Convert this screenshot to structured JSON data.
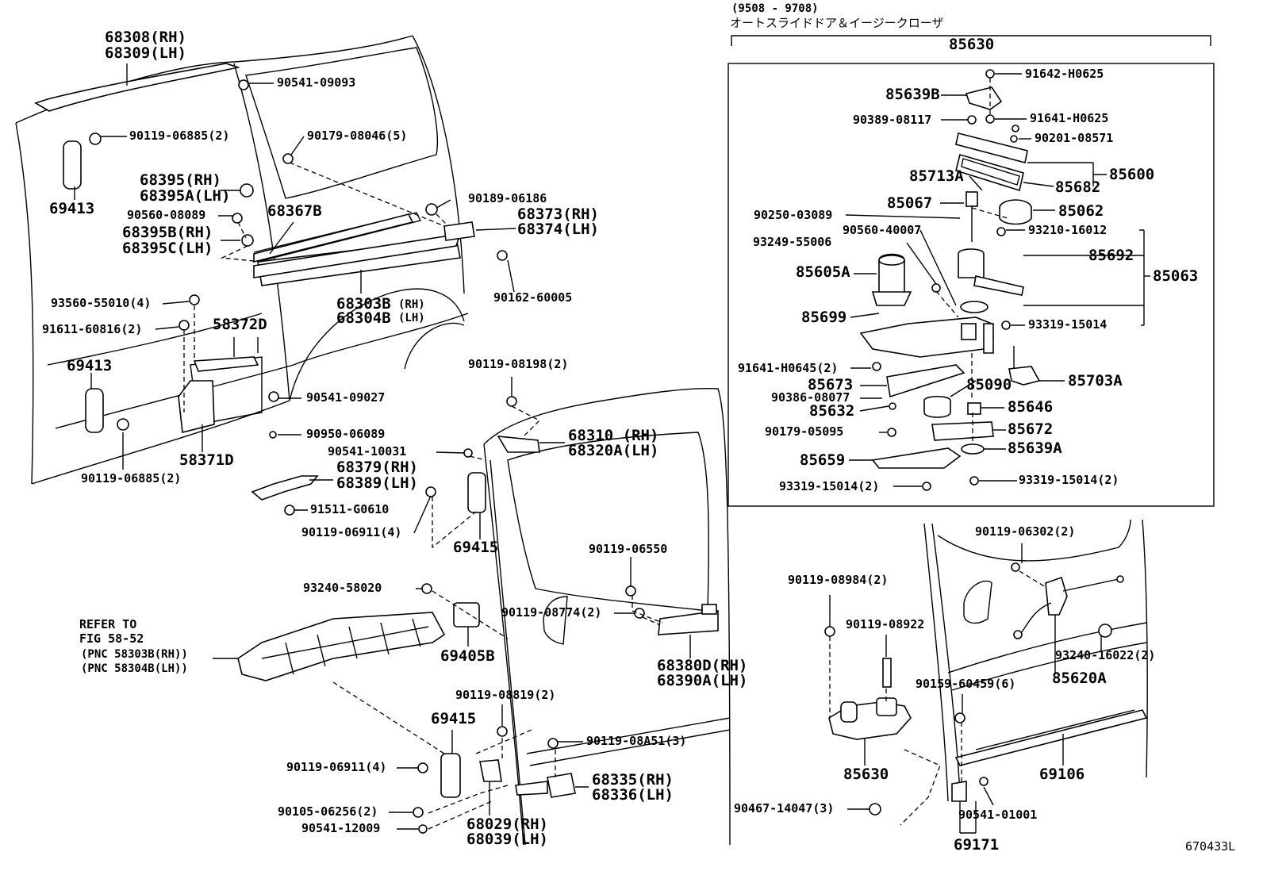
{
  "inset": {
    "date_range": "(9508 - 9708)",
    "title_jp": "オートスライドドア＆イージークローザ",
    "assembly": "85630"
  },
  "labels": {
    "p68308": "68308(RH)",
    "p68309": "68309(LH)",
    "p90541_09093": "90541-09093",
    "p90119_06885a": "90119-06885(2)",
    "p90179_08046": "90179-08046(5)",
    "p69413a": "69413",
    "p68395": "68395(RH)",
    "p68395a": "68395A(LH)",
    "p90560_08089": "90560-08089",
    "p68395b": "68395B(RH)",
    "p68395c": "68395C(LH)",
    "p68367b": "68367B",
    "p90189_06186": "90189-06186",
    "p68373": "68373(RH)",
    "p68374": "68374(LH)",
    "p90162_60005": "90162-60005",
    "p93560_55010": "93560-55010(4)",
    "p91611_60816": "91611-60816(2)",
    "p58372d": "58372D",
    "p68303b": "68303B",
    "p68303b_rh": "(RH)",
    "p68304b": "68304B",
    "p68304b_lh": "(LH)",
    "p69413b": "69413",
    "p90541_09027": "90541-09027",
    "p58371d": "58371D",
    "p90950_06089": "90950-06089",
    "p90119_06885b": "90119-06885(2)",
    "p90119_08198": "90119-08198(2)",
    "p90541_10031": "90541-10031",
    "p68310": "68310 (RH)",
    "p68320a": "68320A(LH)",
    "p68379": "68379(RH)",
    "p68389": "68389(LH)",
    "p91511_g0610": "91511-G0610",
    "p90119_06911a": "90119-06911(4)",
    "p69415a": "69415",
    "p90119_06550": "90119-06550",
    "p93240_58020": "93240-58020",
    "refer_to": "REFER TO",
    "fig": "FIG 58-52",
    "pnc1": "(PNC 58303B(RH))",
    "pnc2": "(PNC 58304B(LH))",
    "p90119_08774": "90119-08774(2)",
    "p69405b": "69405B",
    "p68380d": "68380D(RH)",
    "p68390a": "68390A(LH)",
    "p90119_08819": "90119-08819(2)",
    "p69415b": "69415",
    "p90119_06911b": "90119-06911(4)",
    "p90119_08a51": "90119-08A51(3)",
    "p68335": "68335(RH)",
    "p68336": "68336(LH)",
    "p90105_06256": "90105-06256(2)",
    "p90541_12009": "90541-12009",
    "p68029": "68029(RH)",
    "p68039": "68039(LH)",
    "p91642_h0625": "91642-H0625",
    "p85639b": "85639B",
    "p90389_08117": "90389-08117",
    "p91641_h0625": "91641-H0625",
    "p90201_08571": "90201-08571",
    "p85713a": "85713A",
    "p85600": "85600",
    "p85682": "85682",
    "p85067": "85067",
    "p85062": "85062",
    "p90250_03089": "90250-03089",
    "p90560_40007": "90560-40007",
    "p93210_16012": "93210-16012",
    "p93249_55006": "93249-55006",
    "p85692": "85692",
    "p85063": "85063",
    "p85605a": "85605A",
    "p85699": "85699",
    "p93319_15014a": "93319-15014",
    "p91641_h0645": "91641-H0645(2)",
    "p85673": "85673",
    "p85090": "85090",
    "p85703a": "85703A",
    "p90386_08077": "90386-08077",
    "p85632": "85632",
    "p85646": "85646",
    "p90179_05095": "90179-05095",
    "p85672": "85672",
    "p85659": "85659",
    "p85639a": "85639A",
    "p93319_15014b": "93319-15014(2)",
    "p93319_15014c": "93319-15014(2)",
    "p90119_06302": "90119-06302(2)",
    "p90119_08984": "90119-08984(2)",
    "p90119_08922": "90119-08922",
    "p93240_16022": "93240-16022(2)",
    "p85620a": "85620A",
    "p90159_60459": "90159-60459(6)",
    "p85630b": "85630",
    "p69106": "69106",
    "p90541_01001": "90541-01001",
    "p90467_14047": "90467-14047(3)",
    "p69171": "69171",
    "fig_code": "670433L"
  }
}
